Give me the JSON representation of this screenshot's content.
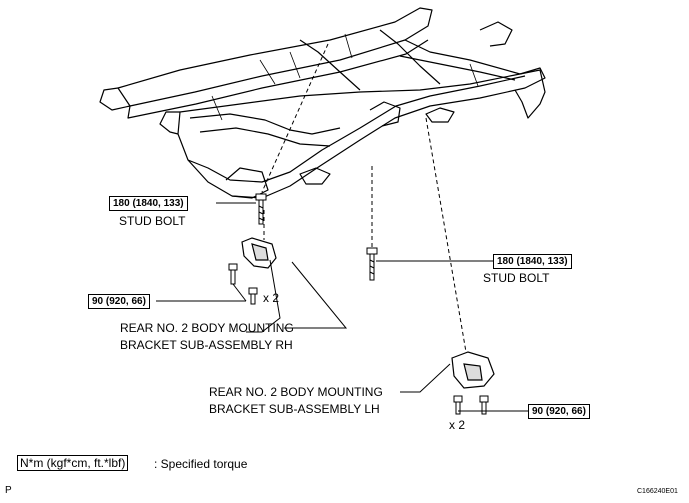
{
  "callouts": {
    "rh_stud_torque": "180 (1840, 133)",
    "rh_stud_label": "STUD BOLT",
    "rh_bolt_torque": "90 (920, 66)",
    "rh_bolt_qty": "x 2",
    "rh_bracket_line1": "REAR NO. 2 BODY MOUNTING",
    "rh_bracket_line2": "BRACKET SUB-ASSEMBLY RH",
    "lh_stud_torque": "180 (1840, 133)",
    "lh_stud_label": "STUD BOLT",
    "lh_bracket_line1": "REAR NO. 2 BODY MOUNTING",
    "lh_bracket_line2": "BRACKET SUB-ASSEMBLY LH",
    "lh_bolt_qty": "x 2",
    "lh_bolt_torque": "90 (920, 66)"
  },
  "legend": {
    "units": "N*m (kgf*cm, ft.*lbf)",
    "text": ": Specified torque"
  },
  "footer": {
    "page_marker": "P",
    "figure_id": "C166240E01"
  }
}
